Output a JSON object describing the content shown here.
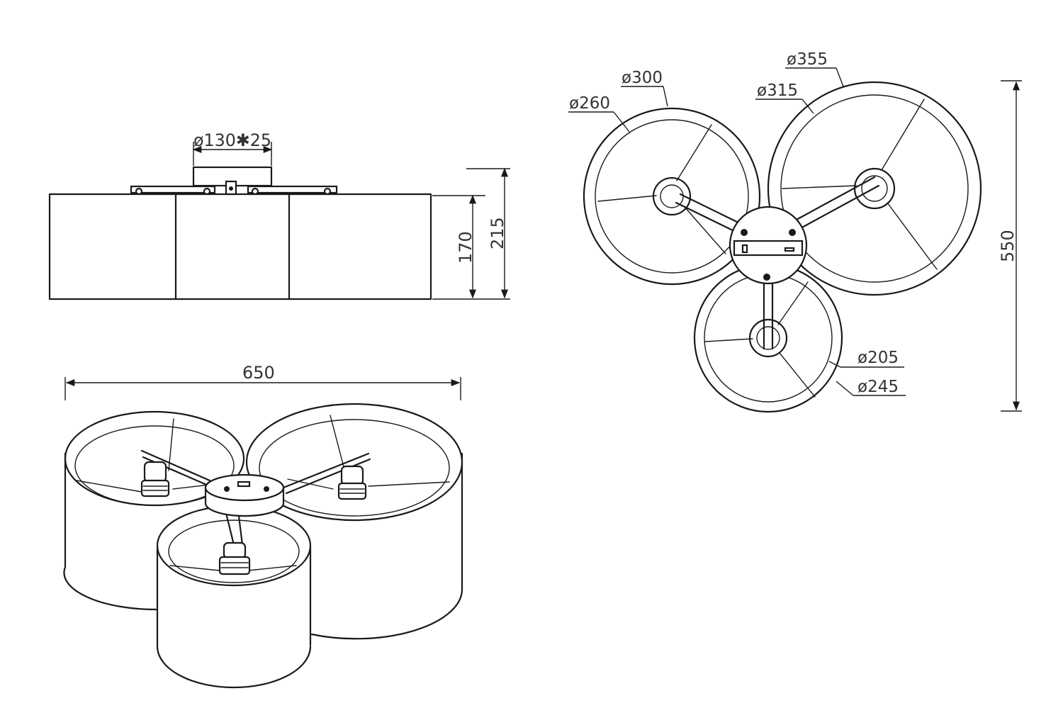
{
  "side_view": {
    "base_label": "ø130✱25",
    "height_shade_label": "170",
    "height_total_label": "215"
  },
  "perspective_view": {
    "width_label": "650"
  },
  "top_view": {
    "large_shade_outer_label": "ø355",
    "large_shade_inner_label": "ø315",
    "medium_shade_outer_label": "ø300",
    "medium_shade_inner_label": "ø260",
    "small_shade_inner_label": "ø205",
    "small_shade_outer_label": "ø245",
    "depth_label": "550"
  }
}
